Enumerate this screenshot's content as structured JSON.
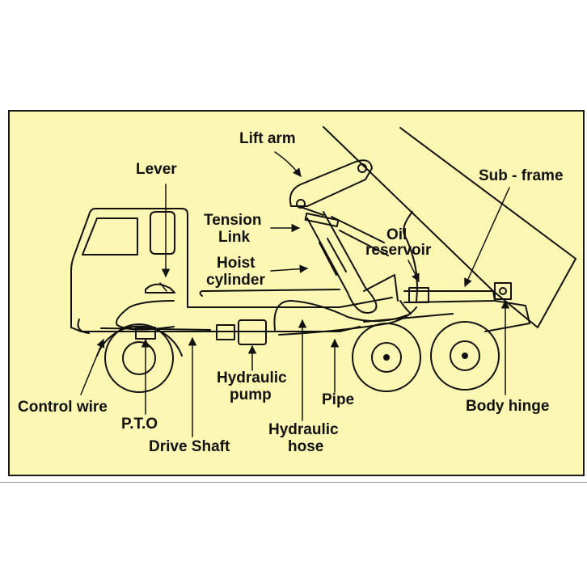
{
  "labels": {
    "lift_arm": "Lift arm",
    "lever": "Lever",
    "sub_frame": "Sub - frame",
    "tension_link": [
      "Tension",
      "Link"
    ],
    "oil_reservoir": [
      "Oil",
      "reservoir"
    ],
    "hoist_cylinder": [
      "Hoist",
      "cylinder"
    ],
    "hydraulic_pump": [
      "Hydraulic",
      "pump"
    ],
    "pipe": "Pipe",
    "control_wire": "Control wire",
    "pto": "P.T.O",
    "drive_shaft": "Drive Shaft",
    "hydraulic_hose": [
      "Hydraulic",
      "hose"
    ],
    "body_hinge": "Body hinge"
  },
  "colors": {
    "panel_background": "#fcf8b3",
    "ink": "#111111"
  }
}
